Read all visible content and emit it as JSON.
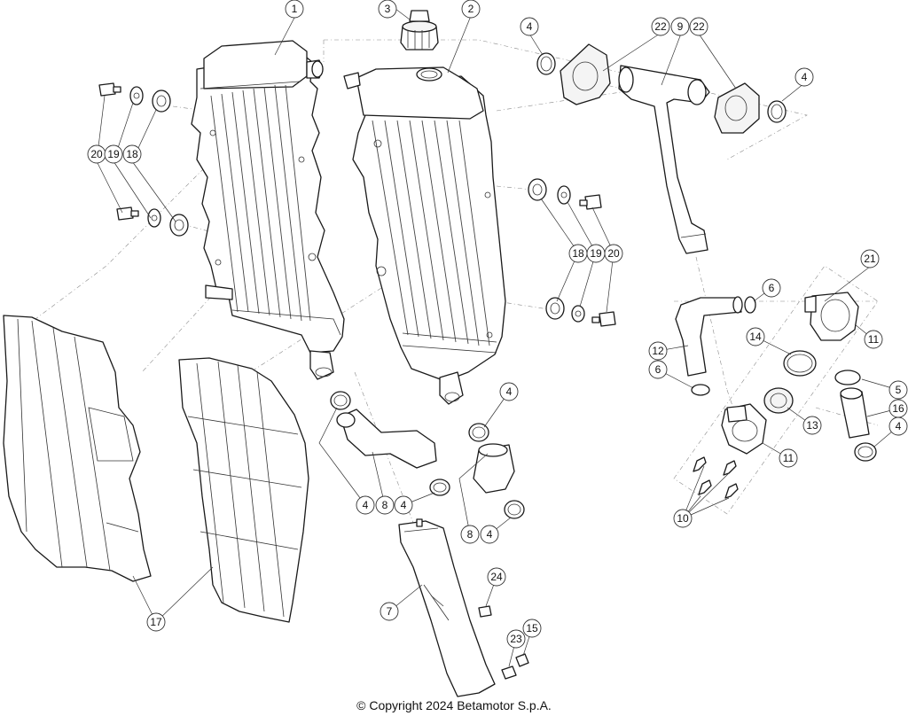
{
  "copyright": "© Copyright 2024 Betamotor S.p.A.",
  "callouts": [
    "1",
    "2",
    "3",
    "4",
    "22",
    "9",
    "22",
    "4",
    "20",
    "19",
    "18",
    "20",
    "19",
    "18",
    "18",
    "19",
    "20",
    "21",
    "6",
    "12",
    "14",
    "11",
    "6",
    "5",
    "16",
    "13",
    "4",
    "11",
    "10",
    "4",
    "8",
    "4",
    "8",
    "4",
    "17",
    "7",
    "24",
    "23",
    "15"
  ]
}
